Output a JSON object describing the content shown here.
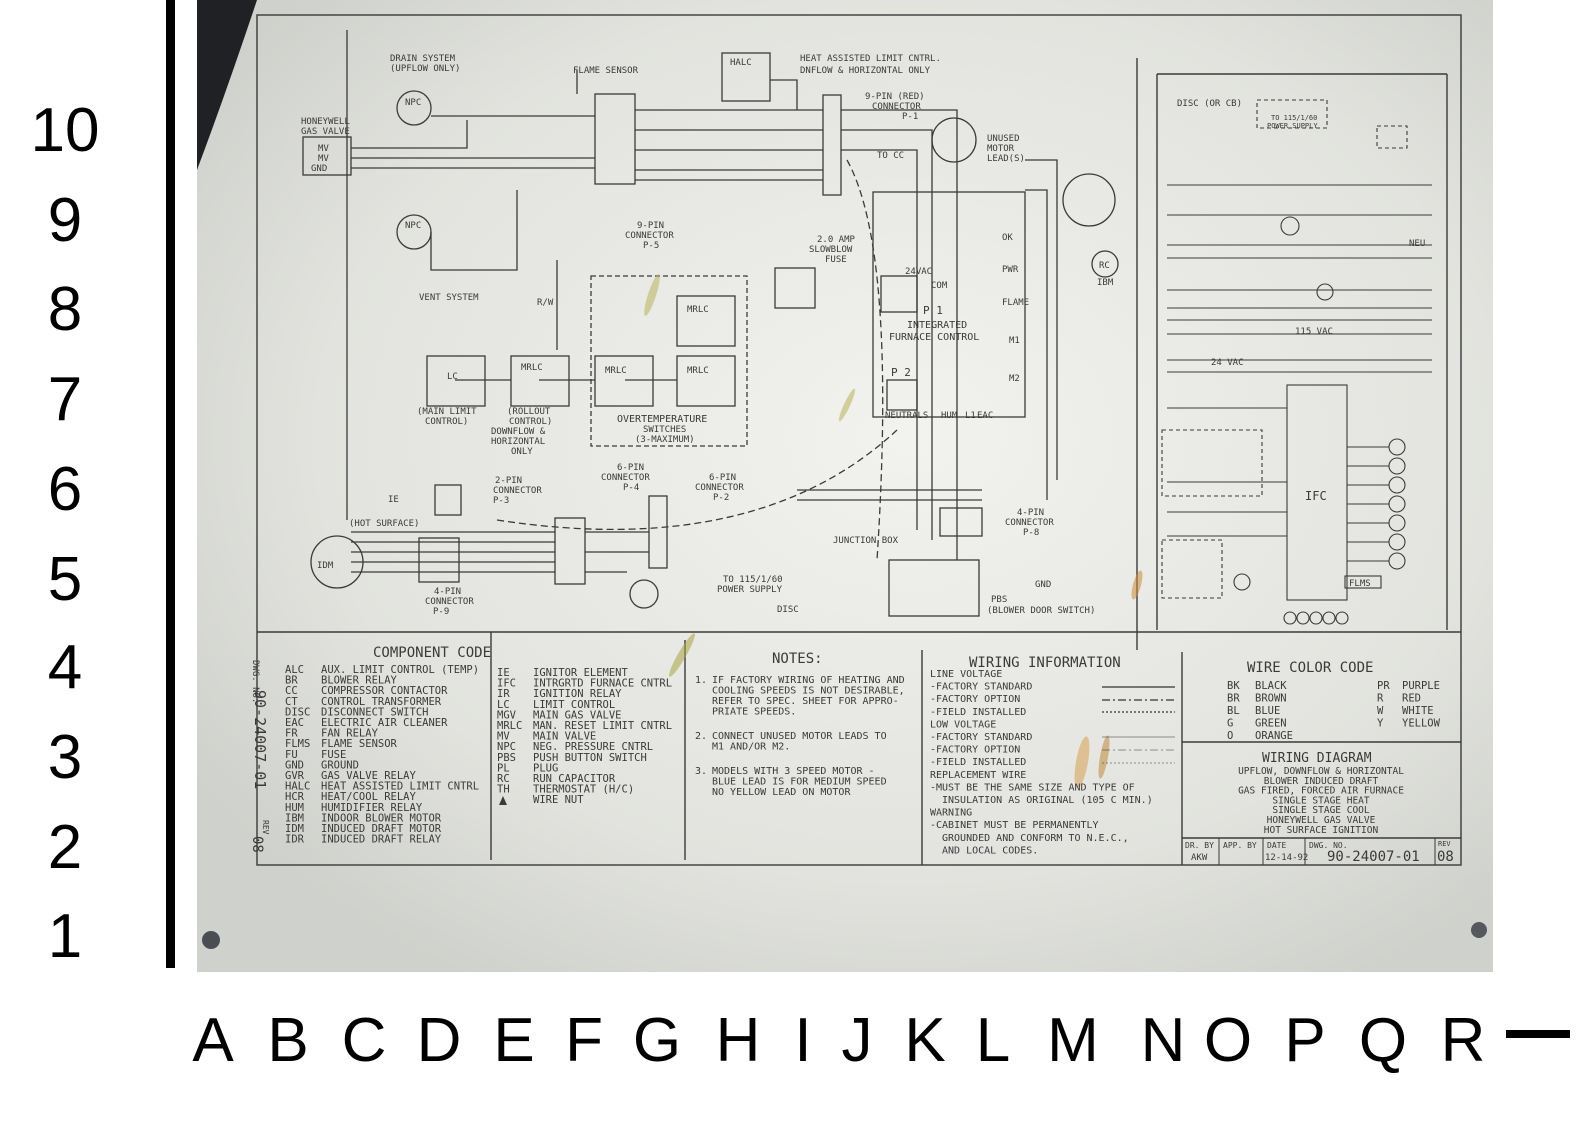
{
  "rows": [
    "10",
    "9",
    "8",
    "7",
    "6",
    "5",
    "4",
    "3",
    "2",
    "1"
  ],
  "columns": [
    "A",
    "B",
    "C",
    "D",
    "E",
    "F",
    "G",
    "H",
    "I",
    "J",
    "K",
    "L",
    "M",
    "N",
    "O",
    "P",
    "Q",
    "R"
  ],
  "diagram": {
    "labels": {
      "drain": "DRAIN SYSTEM",
      "drain2": "(UPFLOW ONLY)",
      "honeywell": "HONEYWELL",
      "gasvalve": "GAS VALVE",
      "mv1": "MV",
      "mv2": "MV",
      "gnd": "GND",
      "npc1": "NPC",
      "npc2": "NPC",
      "flame_sensor": "FLAME SENSOR",
      "halc": "HALC",
      "heat_assist": "HEAT ASSISTED LIMIT CNTRL.",
      "heat_assist2": "DNFLOW & HORIZONTAL ONLY",
      "pin9red": "9-PIN (RED)",
      "connector": "CONNECTOR",
      "p1": "P-1",
      "pin9": "9-PIN",
      "connector_p5": "CONNECTOR",
      "p5": "P-5",
      "vent": "VENT SYSTEM",
      "unused": "UNUSED",
      "motor": "MOTOR",
      "leads": "LEAD(S)",
      "tocc": "TO CC",
      "amp": "2.0 AMP",
      "slowblow": "SLOWBLOW",
      "fuse": "FUSE",
      "vac24": "24VAC",
      "com": "COM",
      "p1box": "P 1",
      "integrated": "INTEGRATED",
      "furnace_control": "FURNACE CONTROL",
      "ok": "OK",
      "pwr": "PWR",
      "flame": "FLAME",
      "m1": "M1",
      "m2": "M2",
      "p2": "P 2",
      "neutrals": "NEUTRALS",
      "hum": "HUM",
      "l1": "L1",
      "eac": "EAC",
      "rc": "RC",
      "ibm": "IBM",
      "lc": "LC",
      "mrlc1": "MRLC",
      "mrlc2": "MRLC",
      "mrlc3": "MRLC",
      "mrlc4": "MRLC",
      "main_limit": "(MAIN LIMIT",
      "control": "CONTROL)",
      "rollout": "(ROLLOUT",
      "rollout2": "CONTROL)",
      "rollout3": "DOWNFLOW &",
      "rollout4": "HORIZONTAL",
      "rollout5": "ONLY",
      "overtemp": "OVERTEMPERATURE",
      "switches": "SWITCHES",
      "max3": "(3-MAXIMUM)",
      "pin6a": "6-PIN",
      "conn_p4": "CONNECTOR",
      "p4": "P-4",
      "pin6b": "6-PIN",
      "conn_p2": "CONNECTOR",
      "p2c": "P-2",
      "pin2": "2-PIN",
      "conn_p3": "CONNECTOR",
      "p3": "P-3",
      "ie": "IE",
      "hot_surface": "(HOT SURFACE)",
      "idm": "IDM",
      "pin4": "4-PIN",
      "conn_p9": "CONNECTOR",
      "p9": "P-9",
      "junction": "JUNCTION BOX",
      "pin4b": "4-PIN",
      "conn_p8": "CONNECTOR",
      "p8": "P-8",
      "power": "TO 115/1/60",
      "power2": "POWER SUPPLY",
      "disc": "DISC",
      "pbs": "PBS",
      "blower_door": "(BLOWER DOOR SWITCH)",
      "gnd2": "GND",
      "rw": "R/W",
      "ifc": "IFC",
      "disc_cb": "DISC (OR CB)",
      "to115": "TO 115/1/60",
      "to115b": "POWER SUPPLY",
      "vac115": "115 VAC",
      "vac24b": "24 VAC",
      "neu": "NEU",
      "flms": "FLMS"
    },
    "component_code": {
      "title": "COMPONENT CODE",
      "left": [
        [
          "ALC",
          "AUX. LIMIT CONTROL (TEMP)"
        ],
        [
          "BR",
          "BLOWER RELAY"
        ],
        [
          "CC",
          "COMPRESSOR CONTACTOR"
        ],
        [
          "CT",
          "CONTROL TRANSFORMER"
        ],
        [
          "DISC",
          "DISCONNECT SWITCH"
        ],
        [
          "EAC",
          "ELECTRIC AIR CLEANER"
        ],
        [
          "FR",
          "FAN RELAY"
        ],
        [
          "FLMS",
          "FLAME SENSOR"
        ],
        [
          "FU",
          "FUSE"
        ],
        [
          "GND",
          "GROUND"
        ],
        [
          "GVR",
          "GAS VALVE RELAY"
        ],
        [
          "HALC",
          "HEAT ASSISTED LIMIT CNTRL"
        ],
        [
          "HCR",
          "HEAT/COOL RELAY"
        ],
        [
          "HUM",
          "HUMIDIFIER RELAY"
        ],
        [
          "IBM",
          "INDOOR BLOWER MOTOR"
        ],
        [
          "IDM",
          "INDUCED DRAFT MOTOR"
        ],
        [
          "IDR",
          "INDUCED DRAFT RELAY"
        ]
      ],
      "right": [
        [
          "IE",
          "IGNITOR ELEMENT"
        ],
        [
          "IFC",
          "INTRGRTD FURNACE CNTRL"
        ],
        [
          "IR",
          "IGNITION RELAY"
        ],
        [
          "LC",
          "LIMIT CONTROL"
        ],
        [
          "MGV",
          "MAIN GAS VALVE"
        ],
        [
          "MRLC",
          "MAN. RESET LIMIT CNTRL"
        ],
        [
          "MV",
          "MAIN VALVE"
        ],
        [
          "NPC",
          "NEG. PRESSURE CNTRL"
        ],
        [
          "PBS",
          "PUSH BUTTON SWITCH"
        ],
        [
          "PL",
          "PLUG"
        ],
        [
          "RC",
          "RUN CAPACITOR"
        ],
        [
          "TH",
          "THERMOSTAT (H/C)"
        ],
        [
          "",
          "WIRE NUT"
        ]
      ],
      "dwg_no": "DWG. NO.",
      "dwg_value": "90-24007-01",
      "rev": "REV",
      "rev_value": "08"
    },
    "notes": {
      "title": "NOTES:",
      "items": [
        [
          "1.",
          "IF FACTORY WIRING OF HEATING AND",
          "COOLING SPEEDS IS NOT DESIRABLE,",
          "REFER TO SPEC. SHEET FOR APPRO-",
          "PRIATE SPEEDS."
        ],
        [
          "2.",
          "CONNECT UNUSED MOTOR LEADS TO",
          "M1 AND/OR M2."
        ],
        [
          "3.",
          "MODELS WITH 3 SPEED MOTOR -",
          "BLUE LEAD IS FOR MEDIUM SPEED",
          "NO YELLOW LEAD ON MOTOR"
        ]
      ]
    },
    "wiring_info": {
      "title": "WIRING INFORMATION",
      "lines": [
        "LINE VOLTAGE",
        "-FACTORY STANDARD",
        "-FACTORY OPTION",
        "-FIELD INSTALLED",
        "LOW VOLTAGE",
        "-FACTORY STANDARD",
        "-FACTORY OPTION",
        "-FIELD INSTALLED",
        "REPLACEMENT WIRE",
        "-MUST BE THE SAME SIZE AND TYPE OF",
        "INSULATION AS ORIGINAL (105 C MIN.)",
        "WARNING",
        "-CABINET MUST BE PERMANENTLY",
        "GROUNDED AND CONFORM TO N.E.C.,",
        "AND LOCAL CODES."
      ]
    },
    "wire_color": {
      "title": "WIRE COLOR CODE",
      "left": [
        [
          "BK",
          "BLACK"
        ],
        [
          "BR",
          "BROWN"
        ],
        [
          "BL",
          "BLUE"
        ],
        [
          "G",
          "GREEN"
        ],
        [
          "O",
          "ORANGE"
        ]
      ],
      "right": [
        [
          "PR",
          "PURPLE"
        ],
        [
          "R",
          "RED"
        ],
        [
          "W",
          "WHITE"
        ],
        [
          "Y",
          "YELLOW"
        ]
      ]
    },
    "wiring_diagram": {
      "title": "WIRING DIAGRAM",
      "lines": [
        "UPFLOW, DOWNFLOW & HORIZONTAL",
        "BLOWER INDUCED DRAFT",
        "GAS FIRED, FORCED AIR FURNACE",
        "SINGLE STAGE HEAT",
        "SINGLE STAGE COOL",
        "HONEYWELL GAS VALVE",
        "HOT SURFACE IGNITION"
      ],
      "dr_by": "DR. BY",
      "dr_by_val": "AKW",
      "app_by": "APP. BY",
      "date": "DATE",
      "date_val": "12-14-92",
      "dwg_no": "DWG. NO.",
      "dwg_val": "90-24007-01",
      "rev": "REV",
      "rev_val": "08"
    },
    "colors": {
      "paper": "#e6e6e0",
      "ink": "#3a3a3a",
      "frame": "#2e3136"
    }
  }
}
